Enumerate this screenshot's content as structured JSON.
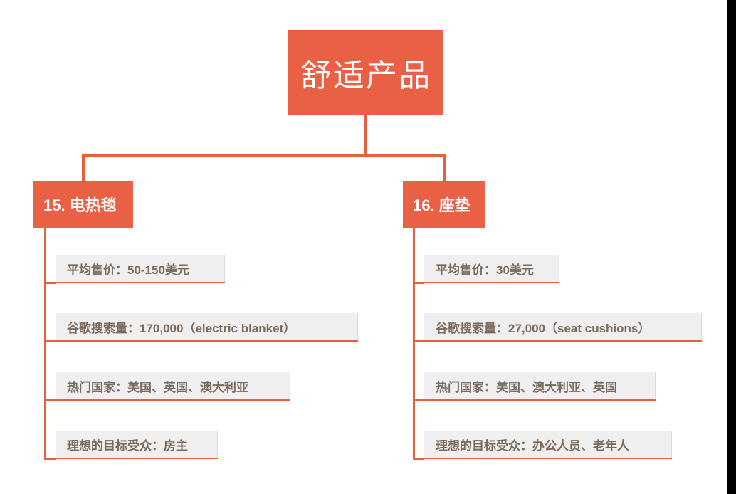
{
  "diagram": {
    "type": "tree-mindmap",
    "accent_color": "#EA6045",
    "box_fill_color": "#EFEFEF",
    "box_text_color": "#7A6A5C",
    "title_text_color": "#FFFFFF",
    "root": {
      "label": "舒适产品"
    },
    "branches": [
      {
        "label": "15. 电热毯",
        "leaves": [
          {
            "text": "平均售价：50-150美元"
          },
          {
            "text": "谷歌搜索量：170,000（electric blanket）"
          },
          {
            "text": "热门国家：美国、英国、澳大利亚"
          },
          {
            "text": "理想的目标受众：房主"
          }
        ]
      },
      {
        "label": "16. 座垫",
        "leaves": [
          {
            "text": "平均售价：30美元"
          },
          {
            "text": "谷歌搜索量：27,000（seat cushions）"
          },
          {
            "text": "热门国家：美国、澳大利亚、英国"
          },
          {
            "text": "理想的目标受众：办公人员、老年人"
          }
        ]
      }
    ]
  }
}
